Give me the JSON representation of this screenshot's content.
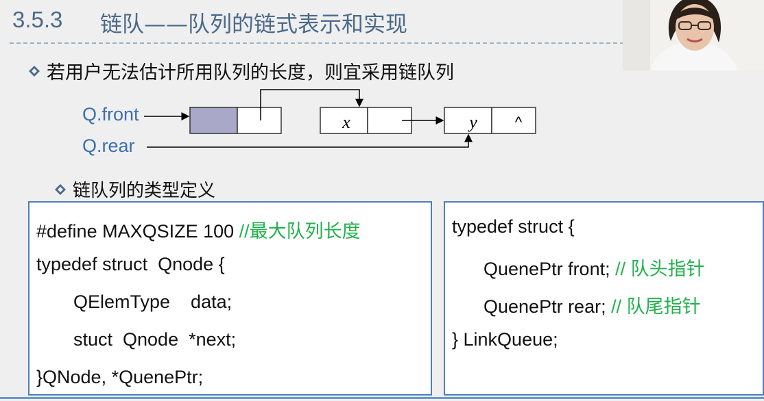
{
  "title": {
    "number": "3.5.3",
    "text": "链队——队列的链式表示和实现"
  },
  "bullet1": "若用户无法估计所用队列的长度，则宜采用链队列",
  "diagram": {
    "front_label": "Q.front",
    "rear_label": "Q.rear",
    "node_x": "x",
    "node_y": "y",
    "null_symbol": "^"
  },
  "bullet2": "链队列的类型定义",
  "left_code": {
    "line1_code": "#define MAXQSIZE 100 ",
    "line1_comment": "//最大队列长度",
    "line2": "typedef struct  Qnode {",
    "line3": "QElemType    data;",
    "line4": "stuct  Qnode  *next;",
    "line5": "}QNode, *QuenePtr;"
  },
  "right_code": {
    "line1": "typedef struct {",
    "line2_code": "QuenePtr front; ",
    "line2_comment": "// 队头指针",
    "line3_code": "QuenePtr rear; ",
    "line3_comment": "// 队尾指针",
    "line4": "} LinkQueue;"
  },
  "colors": {
    "title": "#4a6a8a",
    "label_blue": "#3d6fb0",
    "comment_green": "#22b14c",
    "box_border": "#4a7fc0",
    "head_node_fill": "#a9a8c8"
  }
}
